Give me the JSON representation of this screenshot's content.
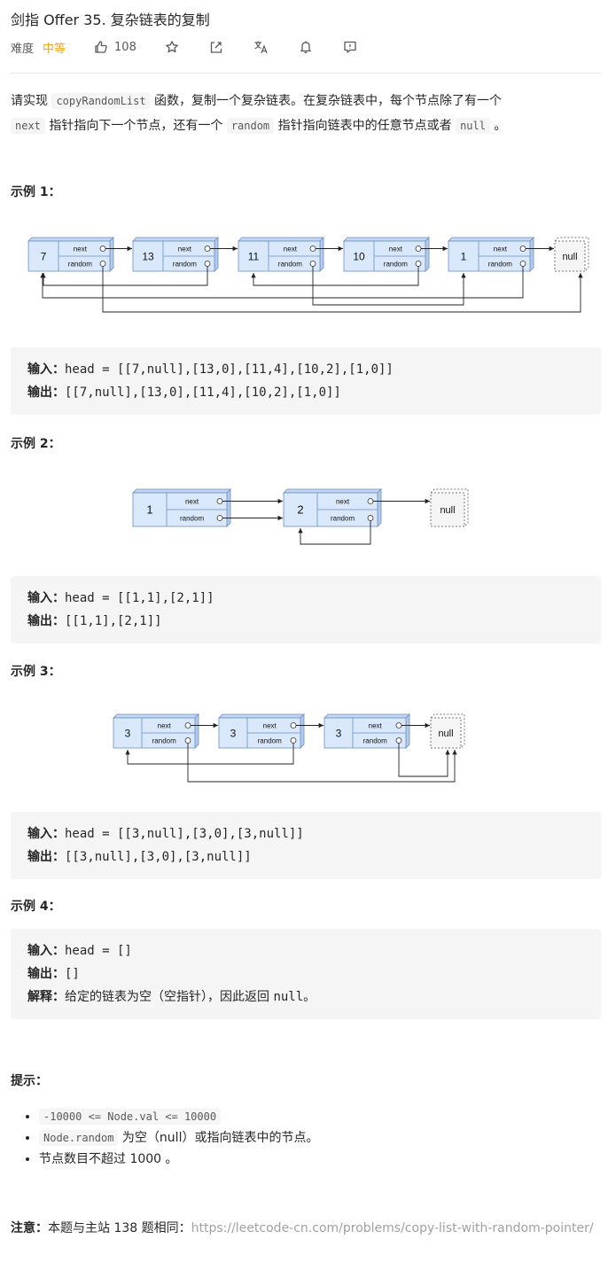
{
  "header": {
    "title": "剑指 Offer 35. 复杂链表的复制",
    "difficulty_label": "难度",
    "difficulty_value": "中等",
    "like_count": "108"
  },
  "description": {
    "p1": "请实现 ",
    "func": "copyRandomList",
    "p2": " 函数，复制一个复杂链表。在复杂链表中，每个节点除了有一个",
    "next_code": "next",
    "p3": " 指针指向下一个节点，还有一个 ",
    "random_code": "random",
    "p4": " 指针指向链表中的任意节点或者 ",
    "null_code": "null",
    "p5": " 。"
  },
  "node_labels": {
    "next": "next",
    "random": "random",
    "null": "null"
  },
  "examples": [
    {
      "title": "示例 1：",
      "nodes": [
        "7",
        "13",
        "11",
        "10",
        "1"
      ],
      "input_label": "输入：",
      "input": "head = [[7,null],[13,0],[11,4],[10,2],[1,0]]",
      "output_label": "输出：",
      "output": "[[7,null],[13,0],[11,4],[10,2],[1,0]]"
    },
    {
      "title": "示例 2：",
      "nodes": [
        "1",
        "2"
      ],
      "input_label": "输入：",
      "input": "head = [[1,1],[2,1]]",
      "output_label": "输出：",
      "output": "[[1,1],[2,1]]"
    },
    {
      "title": "示例 3：",
      "nodes": [
        "3",
        "3",
        "3"
      ],
      "input_label": "输入：",
      "input": "head = [[3,null],[3,0],[3,null]]",
      "output_label": "输出：",
      "output": "[[3,null],[3,0],[3,null]]"
    },
    {
      "title": "示例 4：",
      "input_label": "输入：",
      "input": "head = []",
      "output_label": "输出：",
      "output": "[]",
      "explain_label": "解释：",
      "explain_pre": "给定的链表为空（空指针），因此返回 ",
      "explain_code": "null",
      "explain_post": "。"
    }
  ],
  "hints": {
    "title": "提示：",
    "items": [
      {
        "code": "-10000 <= Node.val <= 10000",
        "text": ""
      },
      {
        "code": "Node.random",
        "text": " 为空（null）或指向链表中的节点。"
      },
      {
        "code": "",
        "text": "节点数目不超过 1000 。"
      }
    ]
  },
  "note": {
    "label": "注意：",
    "text": "本题与主站 138 题相同：",
    "link": "https://leetcode-cn.com/problems/copy-list-with-random-pointer/"
  },
  "colors": {
    "accent_difficulty": "#f5a623",
    "node_fill": "#dae8fc",
    "node_stroke": "#6c8ebf",
    "null_fill": "#f5f5f5"
  }
}
